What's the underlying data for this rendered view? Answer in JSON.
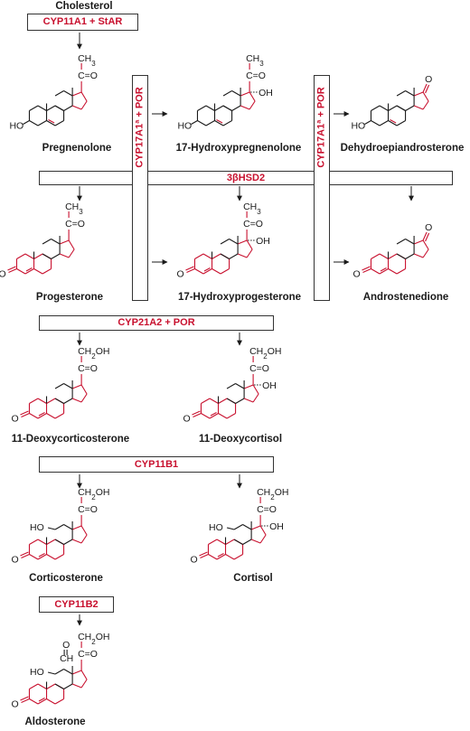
{
  "compounds": {
    "cholesterol": "Cholesterol",
    "pregnenolone": "Pregnenolone",
    "hydroxypregnenolone": "17-Hydroxypregnenolone",
    "dhea": "Dehydroepiandrosterone",
    "progesterone": "Progesterone",
    "hydroxyprogesterone": "17-Hydroxyprogesterone",
    "androstenedione": "Androstenedione",
    "deoxycorticosterone": "11-Deoxycorticosterone",
    "deoxycortisol": "11-Deoxycortisol",
    "corticosterone": "Corticosterone",
    "cortisol": "Cortisol",
    "aldosterone": "Aldosterone"
  },
  "enzymes": {
    "cyp11a1": "CYP11A1 + StAR",
    "cyp17a1_left": "CYP17A1ª + POR",
    "cyp17a1_right": "CYP17A1ª + POR",
    "hsd3b2": "3βHSD2",
    "cyp21a2": "CYP21A2 + POR",
    "cyp11b1": "CYP11B1",
    "cyp11b2": "CYP11B2"
  },
  "atoms": {
    "ch3": "CH3",
    "co": "C=O",
    "oh": "OH",
    "ho": "HO",
    "ch2oh": "CH2OH",
    "o": "O",
    "ch": "CH"
  },
  "colors": {
    "enzyme_text": "#c8102e",
    "highlight_bonds": "#c8102e",
    "structure": "#1a1a1a"
  }
}
